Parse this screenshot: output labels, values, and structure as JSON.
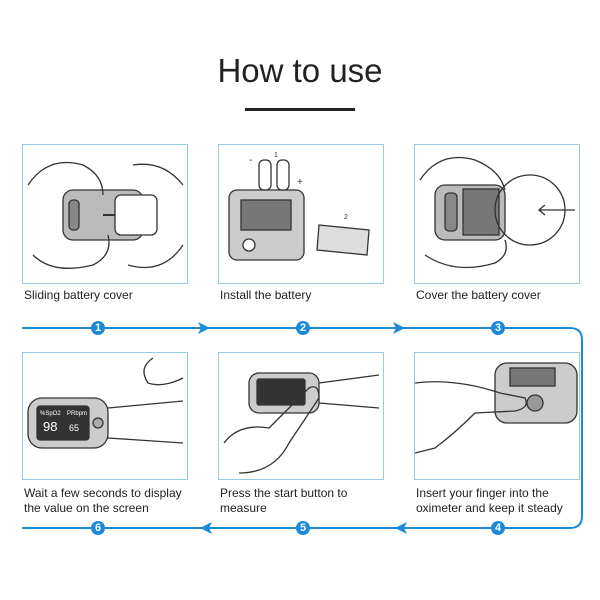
{
  "title": "How to use",
  "steps": [
    {
      "number": "1",
      "caption_line1": "Sliding battery cover",
      "caption_line2": ""
    },
    {
      "number": "2",
      "caption_line1": "Install the battery",
      "caption_line2": "",
      "labels": [
        "1",
        "2",
        "+",
        "-"
      ]
    },
    {
      "number": "3",
      "caption_line1": "Cover the battery cover",
      "caption_line2": ""
    },
    {
      "number": "4",
      "caption_line1": "Insert your finger into the",
      "caption_line2": "oximeter and keep it steady"
    },
    {
      "number": "5",
      "caption_line1": "Press the start button to",
      "caption_line2": "measure"
    },
    {
      "number": "6",
      "caption_line1": "Wait a few seconds to display",
      "caption_line2": "the value on the screen"
    }
  ],
  "display": {
    "spo2_label": "%SpO2",
    "pr_label": "PRbpm",
    "spo2": "98",
    "pr": "65"
  },
  "colors": {
    "accent": "#1a8ad8",
    "panel_border": "#9cc9e6"
  }
}
